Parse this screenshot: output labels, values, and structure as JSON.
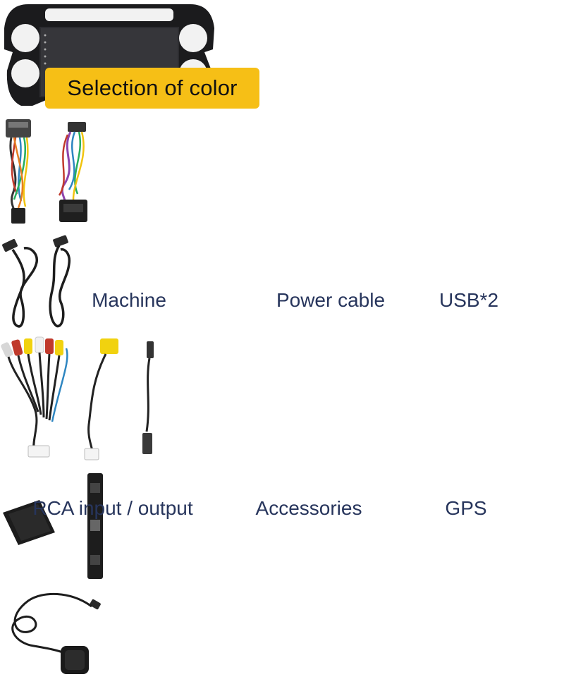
{
  "header": {
    "title": "Selection of color"
  },
  "items": [
    {
      "label": "Machine",
      "icon": "head-unit-icon"
    },
    {
      "label": "Power cable",
      "icon": "power-harness-icon"
    },
    {
      "label": "USB*2",
      "icon": "usb-cable-icon"
    },
    {
      "label": "RCA input / output",
      "icon": "rca-cable-icon"
    },
    {
      "label": "Accessories",
      "icon": "mounting-accessories-icon"
    },
    {
      "label": "GPS",
      "icon": "gps-antenna-icon"
    }
  ],
  "colors": {
    "badge": "#f6bf16",
    "caption": "#27355c",
    "background": "#ffffff"
  }
}
